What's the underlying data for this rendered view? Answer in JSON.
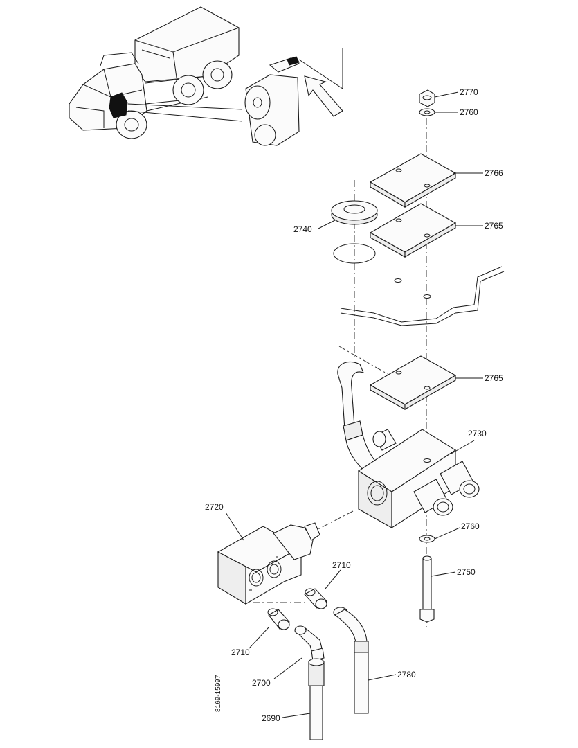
{
  "colors": {
    "ink": "#1a1a1a",
    "paper": "#ffffff",
    "shade": "#eeeeee",
    "highlight": "#111111"
  },
  "document_id": "8169-15997",
  "callouts": [
    {
      "id": "2770",
      "label": "2770"
    },
    {
      "id": "2760a",
      "label": "2760"
    },
    {
      "id": "2766",
      "label": "2766"
    },
    {
      "id": "2740",
      "label": "2740"
    },
    {
      "id": "2765a",
      "label": "2765"
    },
    {
      "id": "2765b",
      "label": "2765"
    },
    {
      "id": "2730",
      "label": "2730"
    },
    {
      "id": "2720",
      "label": "2720"
    },
    {
      "id": "2760b",
      "label": "2760"
    },
    {
      "id": "2710a",
      "label": "2710"
    },
    {
      "id": "2750",
      "label": "2750"
    },
    {
      "id": "2710b",
      "label": "2710"
    },
    {
      "id": "2780",
      "label": "2780"
    },
    {
      "id": "2700",
      "label": "2700"
    },
    {
      "id": "2690",
      "label": "2690"
    }
  ]
}
